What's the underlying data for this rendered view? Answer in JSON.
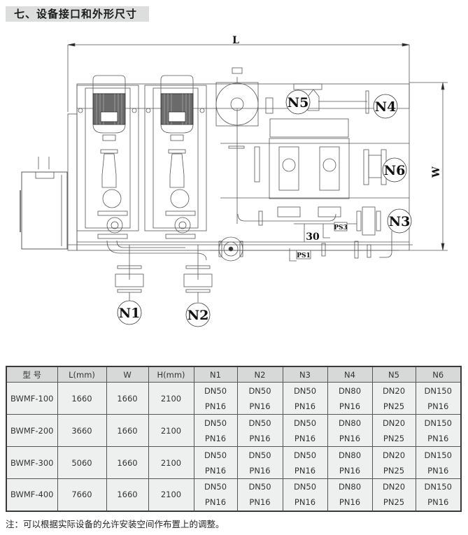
{
  "section": {
    "title": "七、设备接口和外形尺寸"
  },
  "diagram": {
    "dimension_labels": {
      "length": "L",
      "width": "W",
      "dim_30": "30"
    },
    "nozzle_labels": [
      "N1",
      "N2",
      "N3",
      "N4",
      "N5",
      "N6"
    ],
    "pressure_switch_labels": [
      "PS1",
      "PS3"
    ],
    "colors": {
      "line": "#4a4a4a",
      "motor_fill": "#2a2a2a",
      "background": "#ffffff"
    }
  },
  "table": {
    "headers": [
      "型 号",
      "L(mm)",
      "W",
      "H(mm)",
      "N1",
      "N2",
      "N3",
      "N4",
      "N5",
      "N6"
    ],
    "rows": [
      {
        "model": "BWMF-100",
        "L": "1660",
        "W": "1660",
        "H": "2100",
        "nozzles": [
          {
            "dn": "DN50",
            "pn": "PN16"
          },
          {
            "dn": "DN50",
            "pn": "PN16"
          },
          {
            "dn": "DN50",
            "pn": "PN16"
          },
          {
            "dn": "DN80",
            "pn": "PN16"
          },
          {
            "dn": "DN20",
            "pn": "PN25"
          },
          {
            "dn": "DN150",
            "pn": "PN16"
          }
        ]
      },
      {
        "model": "BWMF-200",
        "L": "3660",
        "W": "1660",
        "H": "2100",
        "nozzles": [
          {
            "dn": "DN50",
            "pn": "PN16"
          },
          {
            "dn": "DN50",
            "pn": "PN16"
          },
          {
            "dn": "DN50",
            "pn": "PN16"
          },
          {
            "dn": "DN80",
            "pn": "PN16"
          },
          {
            "dn": "DN20",
            "pn": "PN25"
          },
          {
            "dn": "DN150",
            "pn": "PN16"
          }
        ]
      },
      {
        "model": "BWMF-300",
        "L": "5060",
        "W": "1660",
        "H": "2100",
        "nozzles": [
          {
            "dn": "DN50",
            "pn": "PN16"
          },
          {
            "dn": "DN50",
            "pn": "PN16"
          },
          {
            "dn": "DN50",
            "pn": "PN16"
          },
          {
            "dn": "DN80",
            "pn": "PN16"
          },
          {
            "dn": "DN20",
            "pn": "PN25"
          },
          {
            "dn": "DN150",
            "pn": "PN16"
          }
        ]
      },
      {
        "model": "BWMF-400",
        "L": "7660",
        "W": "1660",
        "H": "2100",
        "nozzles": [
          {
            "dn": "DN50",
            "pn": "PN16"
          },
          {
            "dn": "DN50",
            "pn": "PN16"
          },
          {
            "dn": "DN50",
            "pn": "PN16"
          },
          {
            "dn": "DN80",
            "pn": "PN16"
          },
          {
            "dn": "DN20",
            "pn": "PN25"
          },
          {
            "dn": "DN150",
            "pn": "PN16"
          }
        ]
      }
    ]
  },
  "note": "注：可以根据实际设备的允许安装空间作布置上的调整。"
}
